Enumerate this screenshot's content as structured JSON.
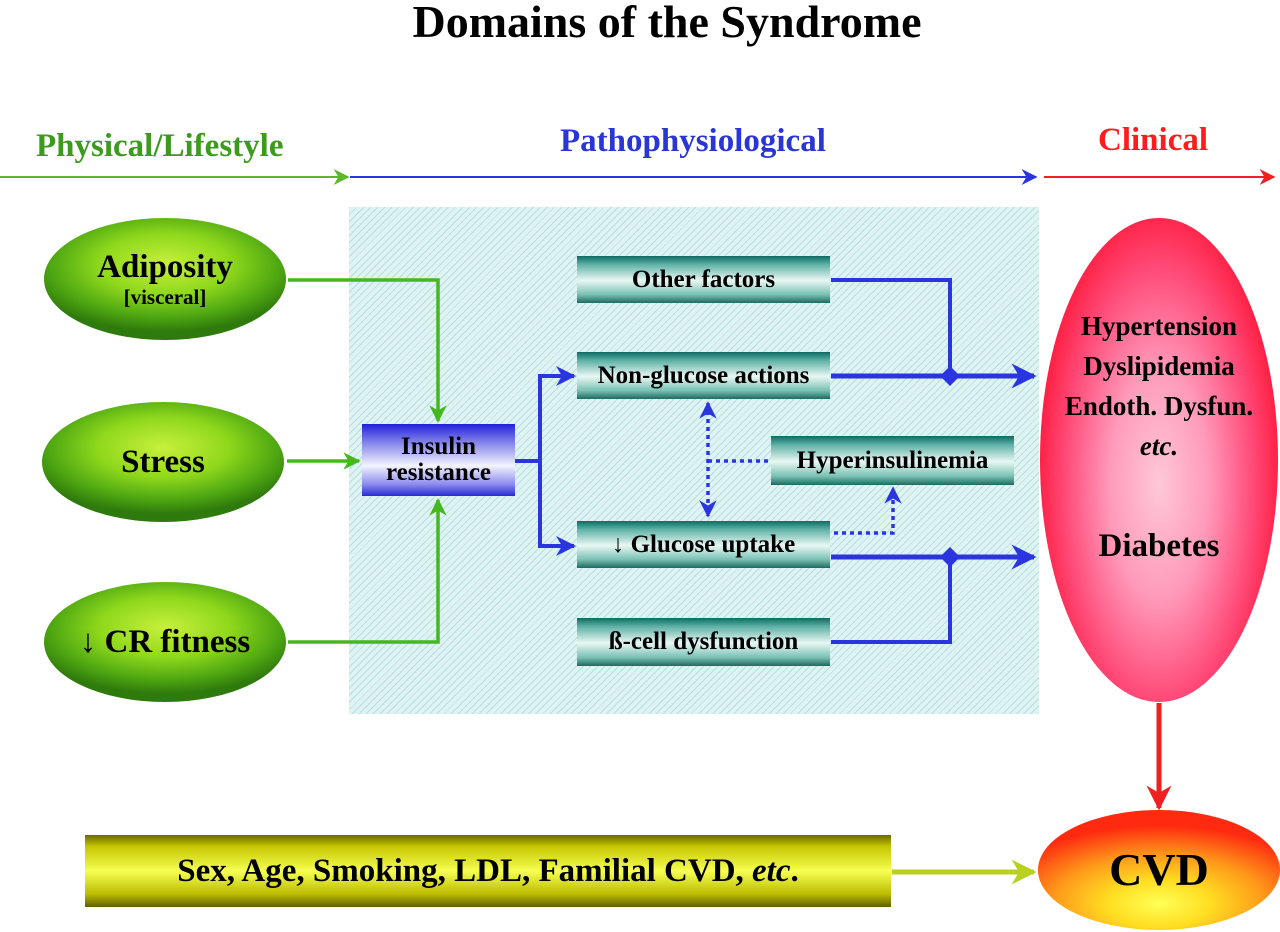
{
  "title": "Domains of the Syndrome",
  "domains": {
    "physical": "Physical/Lifestyle",
    "pathophysiological": "Pathophysiological",
    "clinical": "Clinical"
  },
  "colors": {
    "physical": "#3c9a1c",
    "pathophysiological": "#2a35d8",
    "clinical": "#ff1c1c",
    "risk_arrow": "#b8d020"
  },
  "lifestyle_nodes": {
    "adiposity": {
      "label": "Adiposity",
      "sublabel": "[visceral]"
    },
    "stress": {
      "label": "Stress"
    },
    "cr_fitness": {
      "label": "↓ CR fitness"
    }
  },
  "insulin_resistance": {
    "line1": "Insulin",
    "line2": "resistance"
  },
  "patho_nodes": {
    "other_factors": "Other factors",
    "non_glucose": "Non-glucose actions",
    "hyperinsulinemia": "Hyperinsulinemia",
    "glucose_uptake": "↓ Glucose uptake",
    "beta_cell": "ß-cell dysfunction"
  },
  "clinical": {
    "items": [
      "Hypertension",
      "Dyslipidemia",
      "Endoth. Dysfun."
    ],
    "etc": "etc.",
    "diabetes": "Diabetes"
  },
  "risk_factors": {
    "text": "Sex, Age, Smoking, LDL, Familial CVD, ",
    "etc": "etc",
    "end": "."
  },
  "cvd": "CVD"
}
